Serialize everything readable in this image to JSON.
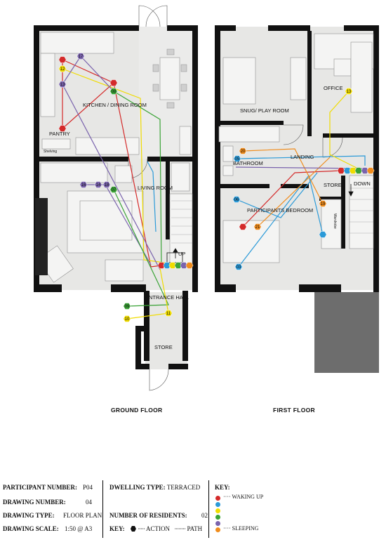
{
  "floors": {
    "ground": "GROUND FLOOR",
    "first": "FIRST FLOOR"
  },
  "rooms": {
    "kitchen": "KITCHEN / DINING ROOM",
    "pantry": "PANTRY",
    "shelving": "Shelving",
    "living": "LIVING ROOM",
    "entrance": "ENTRANCE HALL",
    "store_ground": "STORE",
    "up": "UP",
    "snug": "SNUG/ PLAY ROOM",
    "office": "OFFICE",
    "bathroom": "BATHROOM",
    "landing": "LANDING",
    "store_first": "STORE",
    "down": "DOWN",
    "bedroom": "PARTICIPANTS BEDROOM",
    "wardrobe": "Wardrobe"
  },
  "colors": {
    "red": "#d42a2a",
    "blue": "#2b9ad8",
    "yellow": "#f0dc00",
    "green": "#3aa336",
    "purple": "#7a63ad",
    "orange": "#f08c1c"
  },
  "markers": [
    {
      "n": "",
      "color": "red"
    },
    {
      "n": "12",
      "color": "yellow"
    },
    {
      "n": "17",
      "color": "purple"
    },
    {
      "n": "13",
      "color": "purple"
    },
    {
      "n": "",
      "color": "red"
    },
    {
      "n": "08",
      "color": "green"
    },
    {
      "n": "",
      "color": "red"
    },
    {
      "n": "16",
      "color": "purple"
    },
    {
      "n": "14",
      "color": "purple"
    },
    {
      "n": "18",
      "color": "purple"
    },
    {
      "n": "07",
      "color": "green"
    },
    {
      "n": "09",
      "color": "green"
    },
    {
      "n": "11",
      "color": "yellow"
    },
    {
      "n": "10",
      "color": "yellow"
    },
    {
      "n": "",
      "color": "red"
    },
    {
      "n": "",
      "color": "blue"
    },
    {
      "n": "",
      "color": "yellow"
    },
    {
      "n": "",
      "color": "green"
    },
    {
      "n": "",
      "color": "purple"
    },
    {
      "n": "",
      "color": "orange"
    },
    {
      "n": "13",
      "color": "yellow"
    },
    {
      "n": "20",
      "color": "orange"
    },
    {
      "n": "05",
      "color": "blue"
    },
    {
      "n": "",
      "color": "red"
    },
    {
      "n": "",
      "color": "red"
    },
    {
      "n": "",
      "color": "blue"
    },
    {
      "n": "",
      "color": "yellow"
    },
    {
      "n": "",
      "color": "green"
    },
    {
      "n": "",
      "color": "purple"
    },
    {
      "n": "",
      "color": "orange"
    },
    {
      "n": "06",
      "color": "blue"
    },
    {
      "n": "19",
      "color": "orange"
    },
    {
      "n": "",
      "color": "blue"
    },
    {
      "n": "",
      "color": "red"
    },
    {
      "n": "21",
      "color": "orange"
    },
    {
      "n": "03",
      "color": "blue"
    },
    {
      "n": "03",
      "color": "blue"
    }
  ],
  "legend": {
    "participant_label": "PARTICIPANT NUMBER:",
    "participant_value": "P04",
    "drawing_number_label": "DRAWING NUMBER:",
    "drawing_number_value": "04",
    "drawing_type_label": "DRAWING TYPE:",
    "drawing_type_value": "FLOOR PLAN",
    "drawing_scale_label": "DRAWING SCALE:",
    "drawing_scale_value": "1:50 @ A3",
    "dwelling_label": "DWELLING TYPE:",
    "dwelling_value": "TERRACED",
    "residents_label": "NUMBER OF RESIDENTS:",
    "residents_value": "02",
    "key_label": "KEY:",
    "key_action": "ACTION",
    "key_path": "PATH",
    "key_title": "KEY:",
    "waking_up": "WAKING UP",
    "sleeping": "SLEEPING"
  }
}
